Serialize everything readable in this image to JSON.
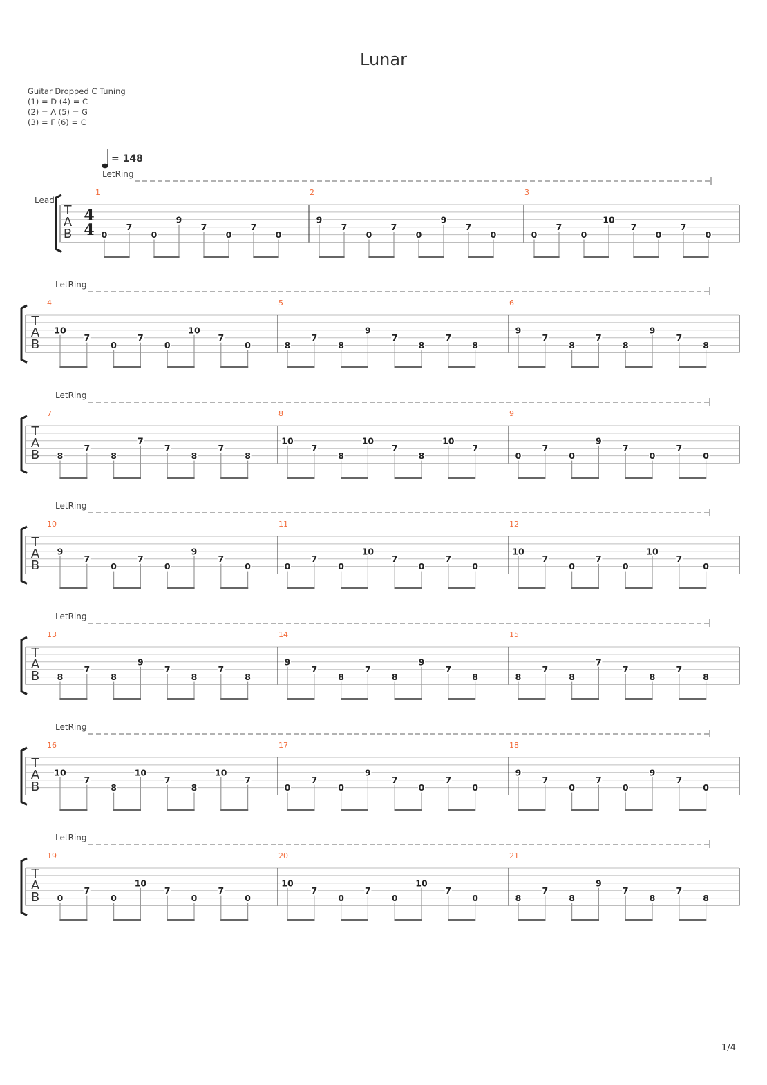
{
  "title": "Lunar",
  "tuning": {
    "name": "Guitar Dropped C Tuning",
    "lines": [
      "(1) = D (4) = C",
      "(2) = A (5) = G",
      "(3) = F  (6) = C"
    ]
  },
  "tempo": {
    "symbol": "quarter-note",
    "label": "= 148"
  },
  "track_label": "Lead",
  "time_signature": {
    "top": "4",
    "bottom": "4"
  },
  "clef": [
    "T",
    "A",
    "B"
  ],
  "let_ring_label": "LetRing",
  "page_number": "1/4",
  "colors": {
    "measure_number": "#f26b3a",
    "staff_line": "#bdbdbd",
    "text": "#333333"
  },
  "systems": [
    {
      "measures": [
        {
          "number": "1",
          "notes": [
            [
              5,
              "0"
            ],
            [
              4,
              "7"
            ],
            [
              5,
              "0"
            ],
            [
              3,
              "9"
            ],
            [
              4,
              "7"
            ],
            [
              5,
              "0"
            ],
            [
              4,
              "7"
            ],
            [
              5,
              "0"
            ]
          ]
        },
        {
          "number": "2",
          "notes": [
            [
              3,
              "9"
            ],
            [
              4,
              "7"
            ],
            [
              5,
              "0"
            ],
            [
              4,
              "7"
            ],
            [
              5,
              "0"
            ],
            [
              3,
              "9"
            ],
            [
              4,
              "7"
            ],
            [
              5,
              "0"
            ]
          ]
        },
        {
          "number": "3",
          "notes": [
            [
              5,
              "0"
            ],
            [
              4,
              "7"
            ],
            [
              5,
              "0"
            ],
            [
              3,
              "10"
            ],
            [
              4,
              "7"
            ],
            [
              5,
              "0"
            ],
            [
              4,
              "7"
            ],
            [
              5,
              "0"
            ]
          ]
        }
      ]
    },
    {
      "measures": [
        {
          "number": "4",
          "notes": [
            [
              3,
              "10"
            ],
            [
              4,
              "7"
            ],
            [
              5,
              "0"
            ],
            [
              4,
              "7"
            ],
            [
              5,
              "0"
            ],
            [
              3,
              "10"
            ],
            [
              4,
              "7"
            ],
            [
              5,
              "0"
            ]
          ]
        },
        {
          "number": "5",
          "notes": [
            [
              5,
              "8"
            ],
            [
              4,
              "7"
            ],
            [
              5,
              "8"
            ],
            [
              3,
              "9"
            ],
            [
              4,
              "7"
            ],
            [
              5,
              "8"
            ],
            [
              4,
              "7"
            ],
            [
              5,
              "8"
            ]
          ]
        },
        {
          "number": "6",
          "notes": [
            [
              3,
              "9"
            ],
            [
              4,
              "7"
            ],
            [
              5,
              "8"
            ],
            [
              4,
              "7"
            ],
            [
              5,
              "8"
            ],
            [
              3,
              "9"
            ],
            [
              4,
              "7"
            ],
            [
              5,
              "8"
            ]
          ]
        }
      ]
    },
    {
      "measures": [
        {
          "number": "7",
          "notes": [
            [
              5,
              "8"
            ],
            [
              4,
              "7"
            ],
            [
              5,
              "8"
            ],
            [
              3,
              "7"
            ],
            [
              4,
              "7"
            ],
            [
              5,
              "8"
            ],
            [
              4,
              "7"
            ],
            [
              5,
              "8"
            ]
          ]
        },
        {
          "number": "8",
          "notes": [
            [
              3,
              "10"
            ],
            [
              4,
              "7"
            ],
            [
              5,
              "8"
            ],
            [
              3,
              "10"
            ],
            [
              4,
              "7"
            ],
            [
              5,
              "8"
            ],
            [
              3,
              "10"
            ],
            [
              4,
              "7"
            ]
          ]
        },
        {
          "number": "9",
          "notes": [
            [
              5,
              "0"
            ],
            [
              4,
              "7"
            ],
            [
              5,
              "0"
            ],
            [
              3,
              "9"
            ],
            [
              4,
              "7"
            ],
            [
              5,
              "0"
            ],
            [
              4,
              "7"
            ],
            [
              5,
              "0"
            ]
          ]
        }
      ]
    },
    {
      "measures": [
        {
          "number": "10",
          "notes": [
            [
              3,
              "9"
            ],
            [
              4,
              "7"
            ],
            [
              5,
              "0"
            ],
            [
              4,
              "7"
            ],
            [
              5,
              "0"
            ],
            [
              3,
              "9"
            ],
            [
              4,
              "7"
            ],
            [
              5,
              "0"
            ]
          ]
        },
        {
          "number": "11",
          "notes": [
            [
              5,
              "0"
            ],
            [
              4,
              "7"
            ],
            [
              5,
              "0"
            ],
            [
              3,
              "10"
            ],
            [
              4,
              "7"
            ],
            [
              5,
              "0"
            ],
            [
              4,
              "7"
            ],
            [
              5,
              "0"
            ]
          ]
        },
        {
          "number": "12",
          "notes": [
            [
              3,
              "10"
            ],
            [
              4,
              "7"
            ],
            [
              5,
              "0"
            ],
            [
              4,
              "7"
            ],
            [
              5,
              "0"
            ],
            [
              3,
              "10"
            ],
            [
              4,
              "7"
            ],
            [
              5,
              "0"
            ]
          ]
        }
      ]
    },
    {
      "measures": [
        {
          "number": "13",
          "notes": [
            [
              5,
              "8"
            ],
            [
              4,
              "7"
            ],
            [
              5,
              "8"
            ],
            [
              3,
              "9"
            ],
            [
              4,
              "7"
            ],
            [
              5,
              "8"
            ],
            [
              4,
              "7"
            ],
            [
              5,
              "8"
            ]
          ]
        },
        {
          "number": "14",
          "notes": [
            [
              3,
              "9"
            ],
            [
              4,
              "7"
            ],
            [
              5,
              "8"
            ],
            [
              4,
              "7"
            ],
            [
              5,
              "8"
            ],
            [
              3,
              "9"
            ],
            [
              4,
              "7"
            ],
            [
              5,
              "8"
            ]
          ]
        },
        {
          "number": "15",
          "notes": [
            [
              5,
              "8"
            ],
            [
              4,
              "7"
            ],
            [
              5,
              "8"
            ],
            [
              3,
              "7"
            ],
            [
              4,
              "7"
            ],
            [
              5,
              "8"
            ],
            [
              4,
              "7"
            ],
            [
              5,
              "8"
            ]
          ]
        }
      ]
    },
    {
      "measures": [
        {
          "number": "16",
          "notes": [
            [
              3,
              "10"
            ],
            [
              4,
              "7"
            ],
            [
              5,
              "8"
            ],
            [
              3,
              "10"
            ],
            [
              4,
              "7"
            ],
            [
              5,
              "8"
            ],
            [
              3,
              "10"
            ],
            [
              4,
              "7"
            ]
          ]
        },
        {
          "number": "17",
          "notes": [
            [
              5,
              "0"
            ],
            [
              4,
              "7"
            ],
            [
              5,
              "0"
            ],
            [
              3,
              "9"
            ],
            [
              4,
              "7"
            ],
            [
              5,
              "0"
            ],
            [
              4,
              "7"
            ],
            [
              5,
              "0"
            ]
          ]
        },
        {
          "number": "18",
          "notes": [
            [
              3,
              "9"
            ],
            [
              4,
              "7"
            ],
            [
              5,
              "0"
            ],
            [
              4,
              "7"
            ],
            [
              5,
              "0"
            ],
            [
              3,
              "9"
            ],
            [
              4,
              "7"
            ],
            [
              5,
              "0"
            ]
          ]
        }
      ]
    },
    {
      "measures": [
        {
          "number": "19",
          "notes": [
            [
              5,
              "0"
            ],
            [
              4,
              "7"
            ],
            [
              5,
              "0"
            ],
            [
              3,
              "10"
            ],
            [
              4,
              "7"
            ],
            [
              5,
              "0"
            ],
            [
              4,
              "7"
            ],
            [
              5,
              "0"
            ]
          ]
        },
        {
          "number": "20",
          "notes": [
            [
              3,
              "10"
            ],
            [
              4,
              "7"
            ],
            [
              5,
              "0"
            ],
            [
              4,
              "7"
            ],
            [
              5,
              "0"
            ],
            [
              3,
              "10"
            ],
            [
              4,
              "7"
            ],
            [
              5,
              "0"
            ]
          ]
        },
        {
          "number": "21",
          "notes": [
            [
              5,
              "8"
            ],
            [
              4,
              "7"
            ],
            [
              5,
              "8"
            ],
            [
              3,
              "9"
            ],
            [
              4,
              "7"
            ],
            [
              5,
              "8"
            ],
            [
              4,
              "7"
            ],
            [
              5,
              "8"
            ]
          ]
        }
      ]
    }
  ]
}
